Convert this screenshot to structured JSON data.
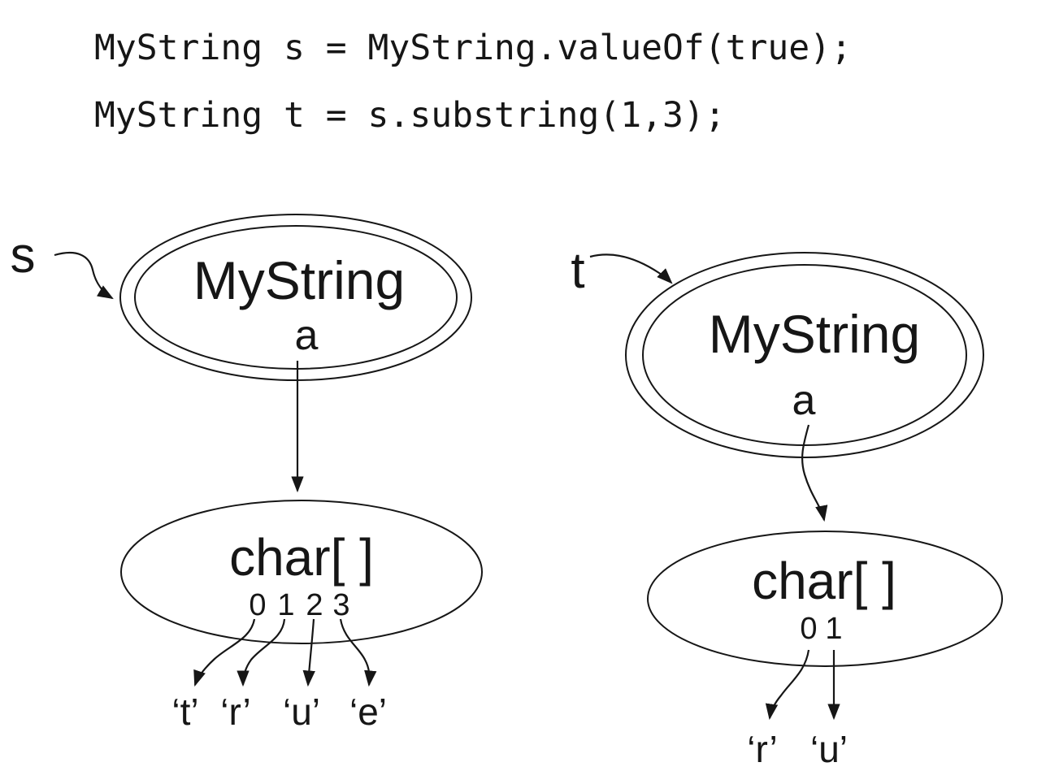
{
  "colors": {
    "ink": "#161616",
    "background": "#ffffff"
  },
  "code": {
    "line1": "MyString s = MyString.valueOf(true);",
    "line2": "MyString t = s.substring(1,3);"
  },
  "diagram": {
    "left": {
      "var_label": "s",
      "object": {
        "class_name": "MyString",
        "field_name": "a"
      },
      "array": {
        "type_label": "char[ ]",
        "indices": [
          "0",
          "1",
          "2",
          "3"
        ],
        "chars": [
          "‘t’",
          "‘r’",
          "‘u’",
          "‘e’"
        ]
      }
    },
    "right": {
      "var_label": "t",
      "object": {
        "class_name": "MyString",
        "field_name": "a"
      },
      "array": {
        "type_label": "char[ ]",
        "indices": [
          "0",
          "1"
        ],
        "chars": [
          "‘r’",
          "‘u’"
        ]
      }
    }
  }
}
